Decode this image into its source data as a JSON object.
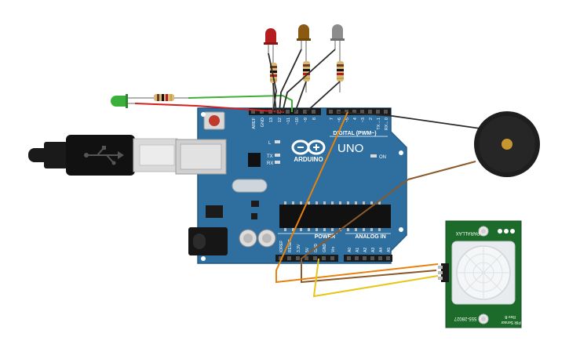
{
  "board": {
    "brand": "ARDUINO",
    "model": "UNO",
    "digital_header": "DIGITAL (PWM~)",
    "power_header": "POWER",
    "analog_header": "ANALOG IN",
    "on_label": "ON",
    "led_l": "L",
    "led_tx": "TX",
    "led_rx": "RX",
    "pins_top_left": [
      "AREF",
      "GND",
      "13",
      "12",
      "~11",
      "~10",
      "~9",
      "8"
    ],
    "pins_top_right": [
      "7",
      "~6",
      "~5",
      "4",
      "~3",
      "2",
      "TX→1",
      "RX←0"
    ],
    "pins_power": [
      "IOREF",
      "RESET",
      "3.3V",
      "5V",
      "GND",
      "GND",
      "Vin"
    ],
    "pins_analog": [
      "A0",
      "A1",
      "A2",
      "A3",
      "A4",
      "A5"
    ]
  },
  "pir": {
    "brand": "PARALLAX",
    "model": "PIR Sensor",
    "rev": "Rev B",
    "part": "555-28027"
  },
  "colors": {
    "board": "#2f6fa0",
    "red_led": "#b41e1e",
    "brown_led": "#8a5a12",
    "grey_led": "#8c8c8c",
    "green_led": "#3ab03a",
    "wire_black": "#2b2b2b",
    "wire_red": "#d21f1f",
    "wire_green": "#3fae3a",
    "wire_orange": "#e8820c",
    "wire_brown": "#8b5a2b",
    "wire_yellow": "#e6c619",
    "pir_board": "#1d6b2b",
    "buzzer": "#1e1e1e",
    "buzzer_dot": "#c8962e"
  },
  "icons": {
    "usb_cable": "usb-plug-icon",
    "arduino_logo": "infinity-logo-icon"
  }
}
